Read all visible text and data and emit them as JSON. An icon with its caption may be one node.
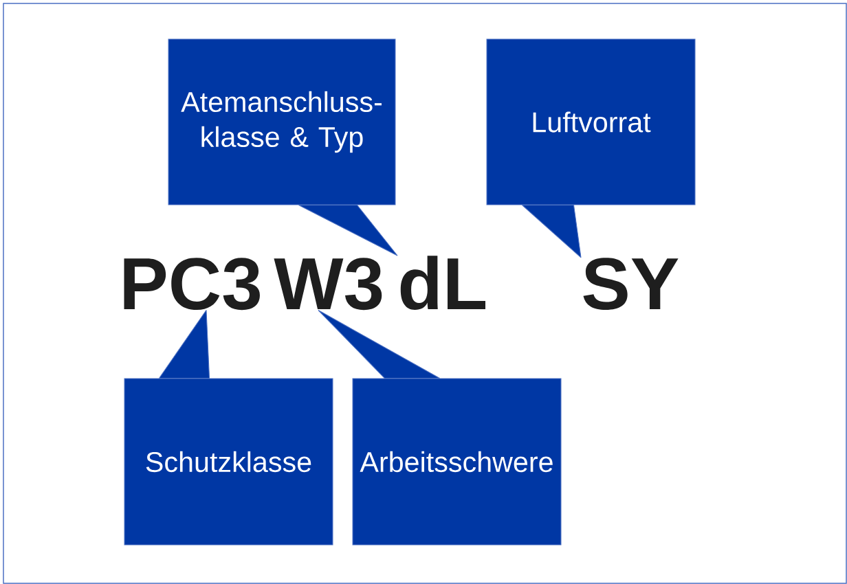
{
  "diagram": {
    "nodes": [
      {
        "text": [
          "Atemanschluss-klasse & Typ"
        ]
      },
      {
        "text": [
          "Luftvorrat"
        ]
      },
      {
        "text": [
          "PC3"
        ]
      },
      {
        "text": [
          "W3"
        ]
      },
      {
        "text": [
          "dL"
        ]
      },
      {
        "text": [
          "SY"
        ]
      },
      {
        "text": [
          "Schutzklasse"
        ]
      },
      {
        "text": [
          "Arbeitsschwere"
        ]
      }
    ],
    "edges": [
      {
        "from": 0,
        "to": 4,
        "arrow": "none"
      },
      {
        "from": 1,
        "to": 5,
        "arrow": "none"
      },
      {
        "from": 6,
        "to": 2,
        "arrow": "none"
      },
      {
        "from": 7,
        "to": 3,
        "arrow": "none"
      }
    ]
  }
}
